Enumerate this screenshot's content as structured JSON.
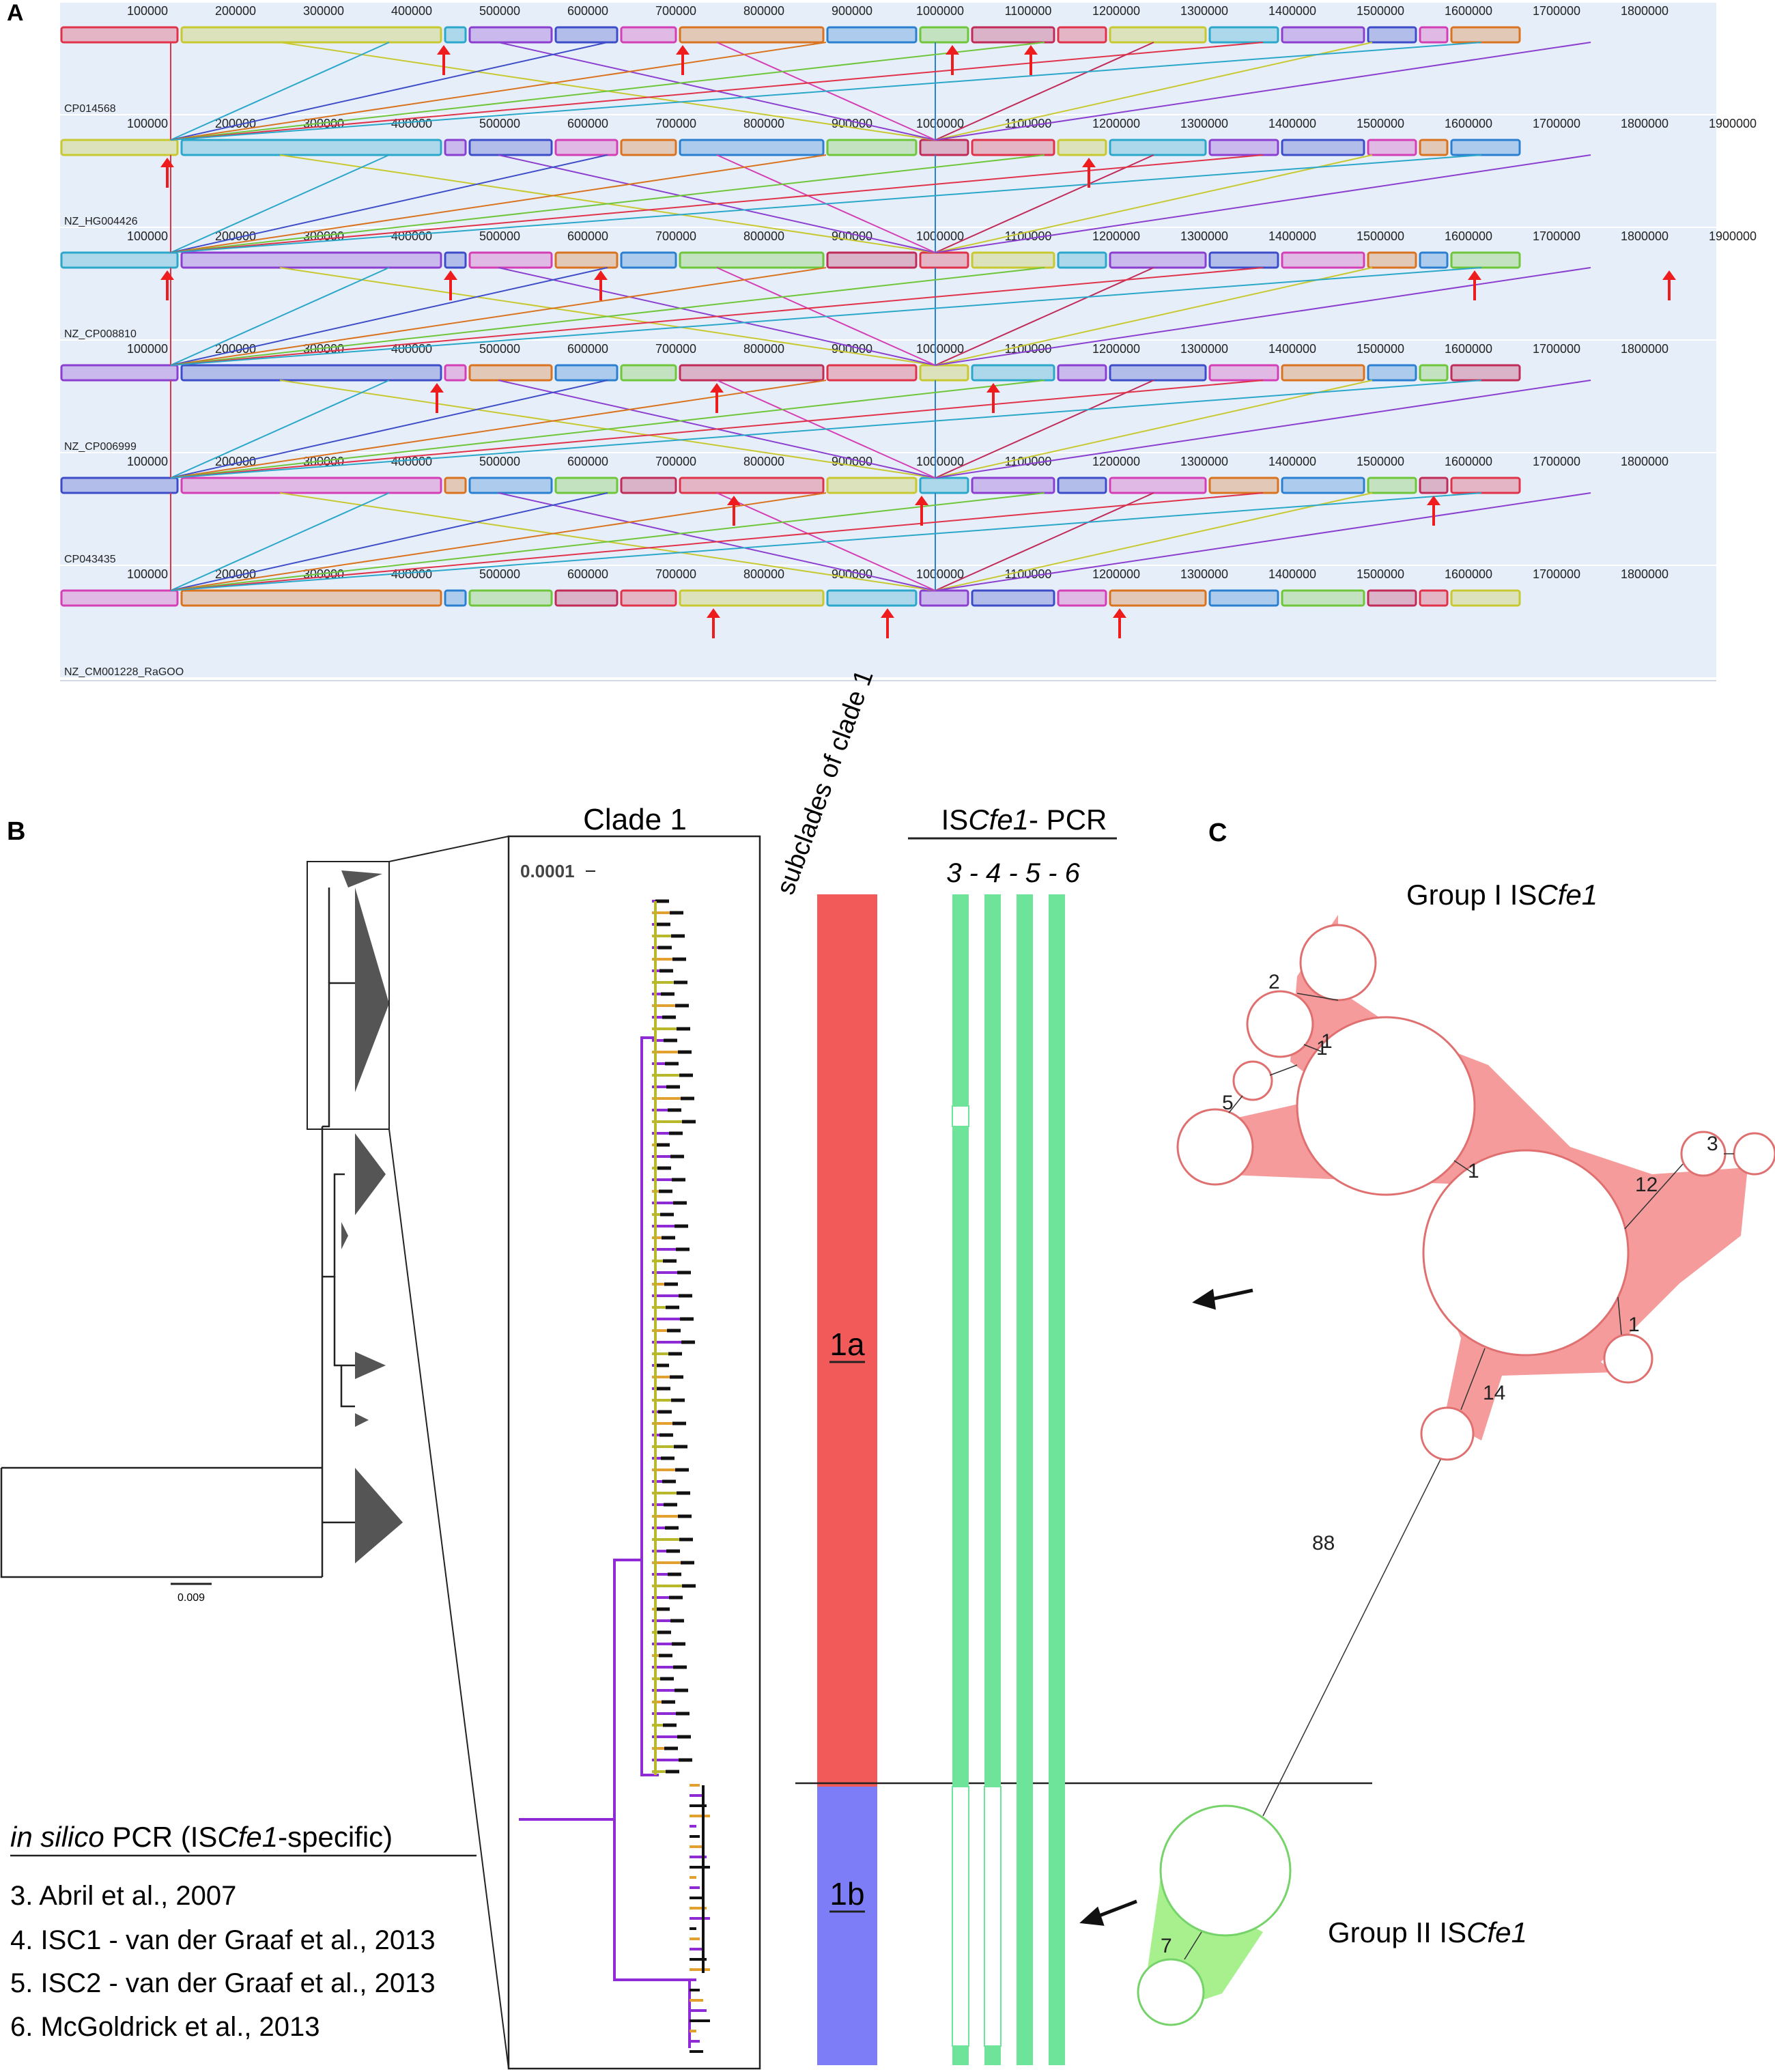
{
  "panel_labels": {
    "a": "A",
    "b": "B",
    "c": "C"
  },
  "panel_a": {
    "tracks": [
      {
        "name": "CP014568",
        "ticks": [
          "100000",
          "200000",
          "300000",
          "400000",
          "500000",
          "600000",
          "700000",
          "800000",
          "900000",
          "1000000",
          "1100000",
          "1200000",
          "1300000",
          "1400000",
          "1500000",
          "1600000",
          "1700000",
          "1800000"
        ]
      },
      {
        "name": "NZ_HG004426",
        "ticks": [
          "100000",
          "200000",
          "300000",
          "400000",
          "500000",
          "600000",
          "700000",
          "800000",
          "900000",
          "1000000",
          "1100000",
          "1200000",
          "1300000",
          "1400000",
          "1500000",
          "1600000",
          "1700000",
          "1800000",
          "1900000"
        ]
      },
      {
        "name": "NZ_CP008810",
        "ticks": [
          "100000",
          "200000",
          "300000",
          "400000",
          "500000",
          "600000",
          "700000",
          "800000",
          "900000",
          "1000000",
          "1100000",
          "1200000",
          "1300000",
          "1400000",
          "1500000",
          "1600000",
          "1700000",
          "1800000",
          "1900000"
        ]
      },
      {
        "name": "NZ_CP006999",
        "ticks": [
          "100000",
          "200000",
          "300000",
          "400000",
          "500000",
          "600000",
          "700000",
          "800000",
          "900000",
          "1000000",
          "1100000",
          "1200000",
          "1300000",
          "1400000",
          "1500000",
          "1600000",
          "1700000",
          "1800000"
        ]
      },
      {
        "name": "CP043435",
        "ticks": [
          "100000",
          "200000",
          "300000",
          "400000",
          "500000",
          "600000",
          "700000",
          "800000",
          "900000",
          "1000000",
          "1100000",
          "1200000",
          "1300000",
          "1400000",
          "1500000",
          "1600000",
          "1700000",
          "1800000"
        ]
      },
      {
        "name": "NZ_CM001228_RaGOO",
        "ticks": [
          "100000",
          "200000",
          "300000",
          "400000",
          "500000",
          "600000",
          "700000",
          "800000",
          "900000",
          "1000000",
          "1100000",
          "1200000",
          "1300000",
          "1400000",
          "1500000",
          "1600000",
          "1700000",
          "1800000"
        ]
      }
    ],
    "colors": [
      "#e0334a",
      "#c8c830",
      "#2aa7c9",
      "#8a3fd0",
      "#3d4cc8",
      "#d43fb5",
      "#d9731f",
      "#2b7fd1",
      "#6fc63a",
      "#c02b58"
    ]
  },
  "panel_b": {
    "scale_label": "0.009",
    "clade_title": "Clade 1",
    "clade_scale": "0.0001",
    "subclade_header": "subclades of clade 1",
    "pcr_header_prefix": "IS",
    "pcr_header_italic": "Cfe1",
    "pcr_header_suffix": "- PCR",
    "pcr_columns": "3 - 4 - 5 - 6",
    "subclade_1a": "1a",
    "subclade_1b": "1b",
    "legend_title_a": "in silico",
    "legend_title_b": " PCR (IS",
    "legend_title_c": "Cfe1",
    "legend_title_d": "-specific)",
    "references": [
      "3. Abril et al., 2007",
      "4. ISC1 - van der Graaf et al., 2013",
      "5. ISC2 - van der Graaf et al., 2013",
      "6. McGoldrick et al., 2013"
    ]
  },
  "panel_c": {
    "group1_prefix": "Group I IS",
    "group1_italic": "Cfe1",
    "group2_prefix": "Group II IS",
    "group2_italic": "Cfe1",
    "edge_labels": [
      "2",
      "1",
      "1",
      "5",
      "1",
      "3",
      "12",
      "1",
      "14",
      "88",
      "7"
    ]
  }
}
